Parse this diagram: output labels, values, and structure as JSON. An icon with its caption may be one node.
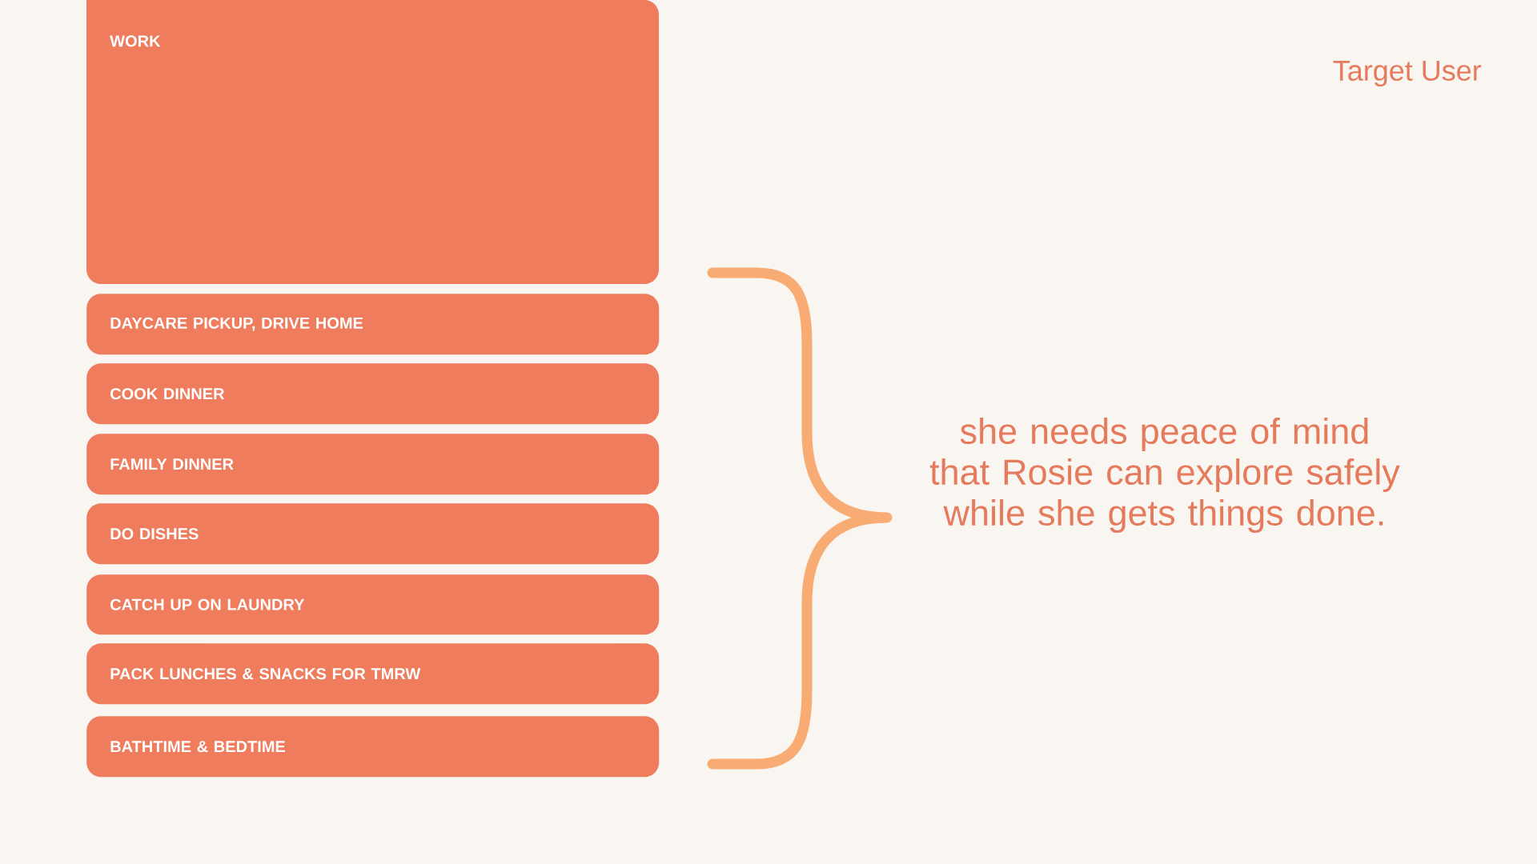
{
  "diagram": {
    "title": "Target User",
    "nodes": [
      {
        "text": [
          "WORK"
        ]
      },
      {
        "text": [
          "DAYCARE PICKUP, DRIVE HOME"
        ]
      },
      {
        "text": [
          "COOK DINNER"
        ]
      },
      {
        "text": [
          "FAMILY DINNER"
        ]
      },
      {
        "text": [
          "DO DISHES"
        ]
      },
      {
        "text": [
          "CATCH UP ON LAUNDRY"
        ]
      },
      {
        "text": [
          "PACK LUNCHES & SNACKS FOR TMRW"
        ]
      },
      {
        "text": [
          "BATHTIME & BEDTIME"
        ]
      }
    ],
    "labels": [
      "she needs peace of mind that Rosie can explore safely while she gets things done."
    ]
  }
}
